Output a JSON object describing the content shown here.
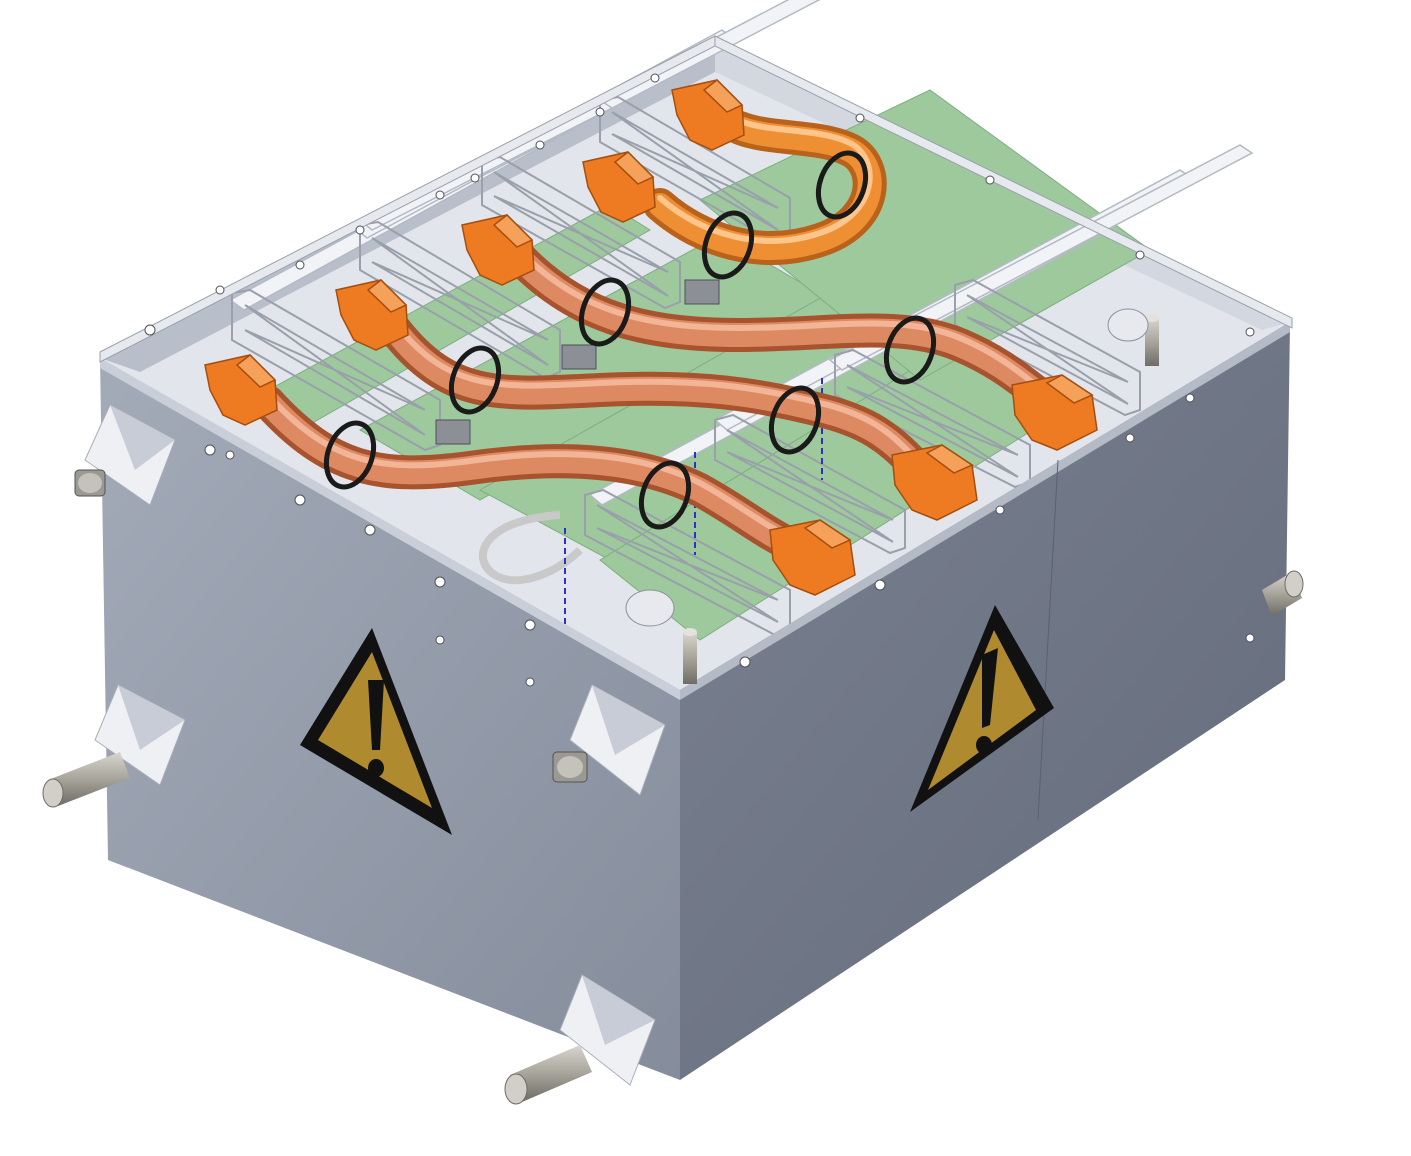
{
  "scene": {
    "subject": "",
    "colors": {
      "background": "#ffffff",
      "housing_front": "#8f97a6",
      "housing_side": "#6e7584",
      "housing_rim": "#c9ced8",
      "interior": "#dfe3ea",
      "board": "#9cc89c",
      "cable": "#d9805a",
      "connector": "#ec7a22",
      "warning_fill": "#b08a2e",
      "warning_border": "#111111"
    },
    "icons": {
      "warning": "warning-triangle-icon"
    },
    "counts": {
      "warning_labels": 2,
      "mounting_brackets": 4,
      "cables": 4,
      "connectors": 8
    }
  }
}
